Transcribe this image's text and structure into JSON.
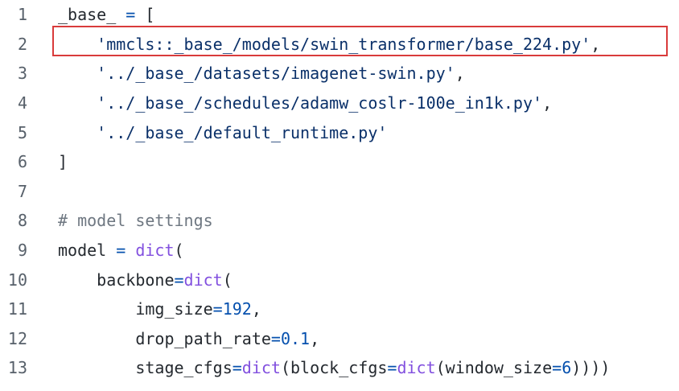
{
  "colors": {
    "text": "#24292f",
    "line_number": "#57606a",
    "string": "#0a3069",
    "builtin": "#8250df",
    "number": "#0550ae",
    "comment": "#6e7781",
    "highlight_border": "#d93b3b"
  },
  "highlight": {
    "line": 2,
    "style": "red-outline-box"
  },
  "lines": [
    {
      "number": "1",
      "tokens": [
        {
          "t": "_base_ ",
          "k": "text"
        },
        {
          "t": "=",
          "k": "operator"
        },
        {
          "t": " [",
          "k": "text"
        }
      ]
    },
    {
      "number": "2",
      "tokens": [
        {
          "t": "    ",
          "k": "text"
        },
        {
          "t": "'mmcls::_base_/models/swin_transformer/base_224.py'",
          "k": "string"
        },
        {
          "t": ",",
          "k": "text"
        }
      ]
    },
    {
      "number": "3",
      "tokens": [
        {
          "t": "    ",
          "k": "text"
        },
        {
          "t": "'../_base_/datasets/imagenet-swin.py'",
          "k": "string"
        },
        {
          "t": ",",
          "k": "text"
        }
      ]
    },
    {
      "number": "4",
      "tokens": [
        {
          "t": "    ",
          "k": "text"
        },
        {
          "t": "'../_base_/schedules/adamw_coslr-100e_in1k.py'",
          "k": "string"
        },
        {
          "t": ",",
          "k": "text"
        }
      ]
    },
    {
      "number": "5",
      "tokens": [
        {
          "t": "    ",
          "k": "text"
        },
        {
          "t": "'../_base_/default_runtime.py'",
          "k": "string"
        }
      ]
    },
    {
      "number": "6",
      "tokens": [
        {
          "t": "]",
          "k": "text"
        }
      ]
    },
    {
      "number": "7",
      "tokens": []
    },
    {
      "number": "8",
      "tokens": [
        {
          "t": "# model settings",
          "k": "comment"
        }
      ]
    },
    {
      "number": "9",
      "tokens": [
        {
          "t": "model ",
          "k": "text"
        },
        {
          "t": "=",
          "k": "operator"
        },
        {
          "t": " ",
          "k": "text"
        },
        {
          "t": "dict",
          "k": "builtin"
        },
        {
          "t": "(",
          "k": "text"
        }
      ]
    },
    {
      "number": "10",
      "tokens": [
        {
          "t": "    backbone",
          "k": "text"
        },
        {
          "t": "=",
          "k": "operator"
        },
        {
          "t": "dict",
          "k": "builtin"
        },
        {
          "t": "(",
          "k": "text"
        }
      ]
    },
    {
      "number": "11",
      "tokens": [
        {
          "t": "        img_size",
          "k": "text"
        },
        {
          "t": "=",
          "k": "operator"
        },
        {
          "t": "192",
          "k": "number"
        },
        {
          "t": ",",
          "k": "text"
        }
      ]
    },
    {
      "number": "12",
      "tokens": [
        {
          "t": "        drop_path_rate",
          "k": "text"
        },
        {
          "t": "=",
          "k": "operator"
        },
        {
          "t": "0.1",
          "k": "number"
        },
        {
          "t": ",",
          "k": "text"
        }
      ]
    },
    {
      "number": "13",
      "tokens": [
        {
          "t": "        stage_cfgs",
          "k": "text"
        },
        {
          "t": "=",
          "k": "operator"
        },
        {
          "t": "dict",
          "k": "builtin"
        },
        {
          "t": "(block_cfgs",
          "k": "text"
        },
        {
          "t": "=",
          "k": "operator"
        },
        {
          "t": "dict",
          "k": "builtin"
        },
        {
          "t": "(window_size",
          "k": "text"
        },
        {
          "t": "=",
          "k": "operator"
        },
        {
          "t": "6",
          "k": "number"
        },
        {
          "t": "))))",
          "k": "text"
        }
      ]
    }
  ]
}
